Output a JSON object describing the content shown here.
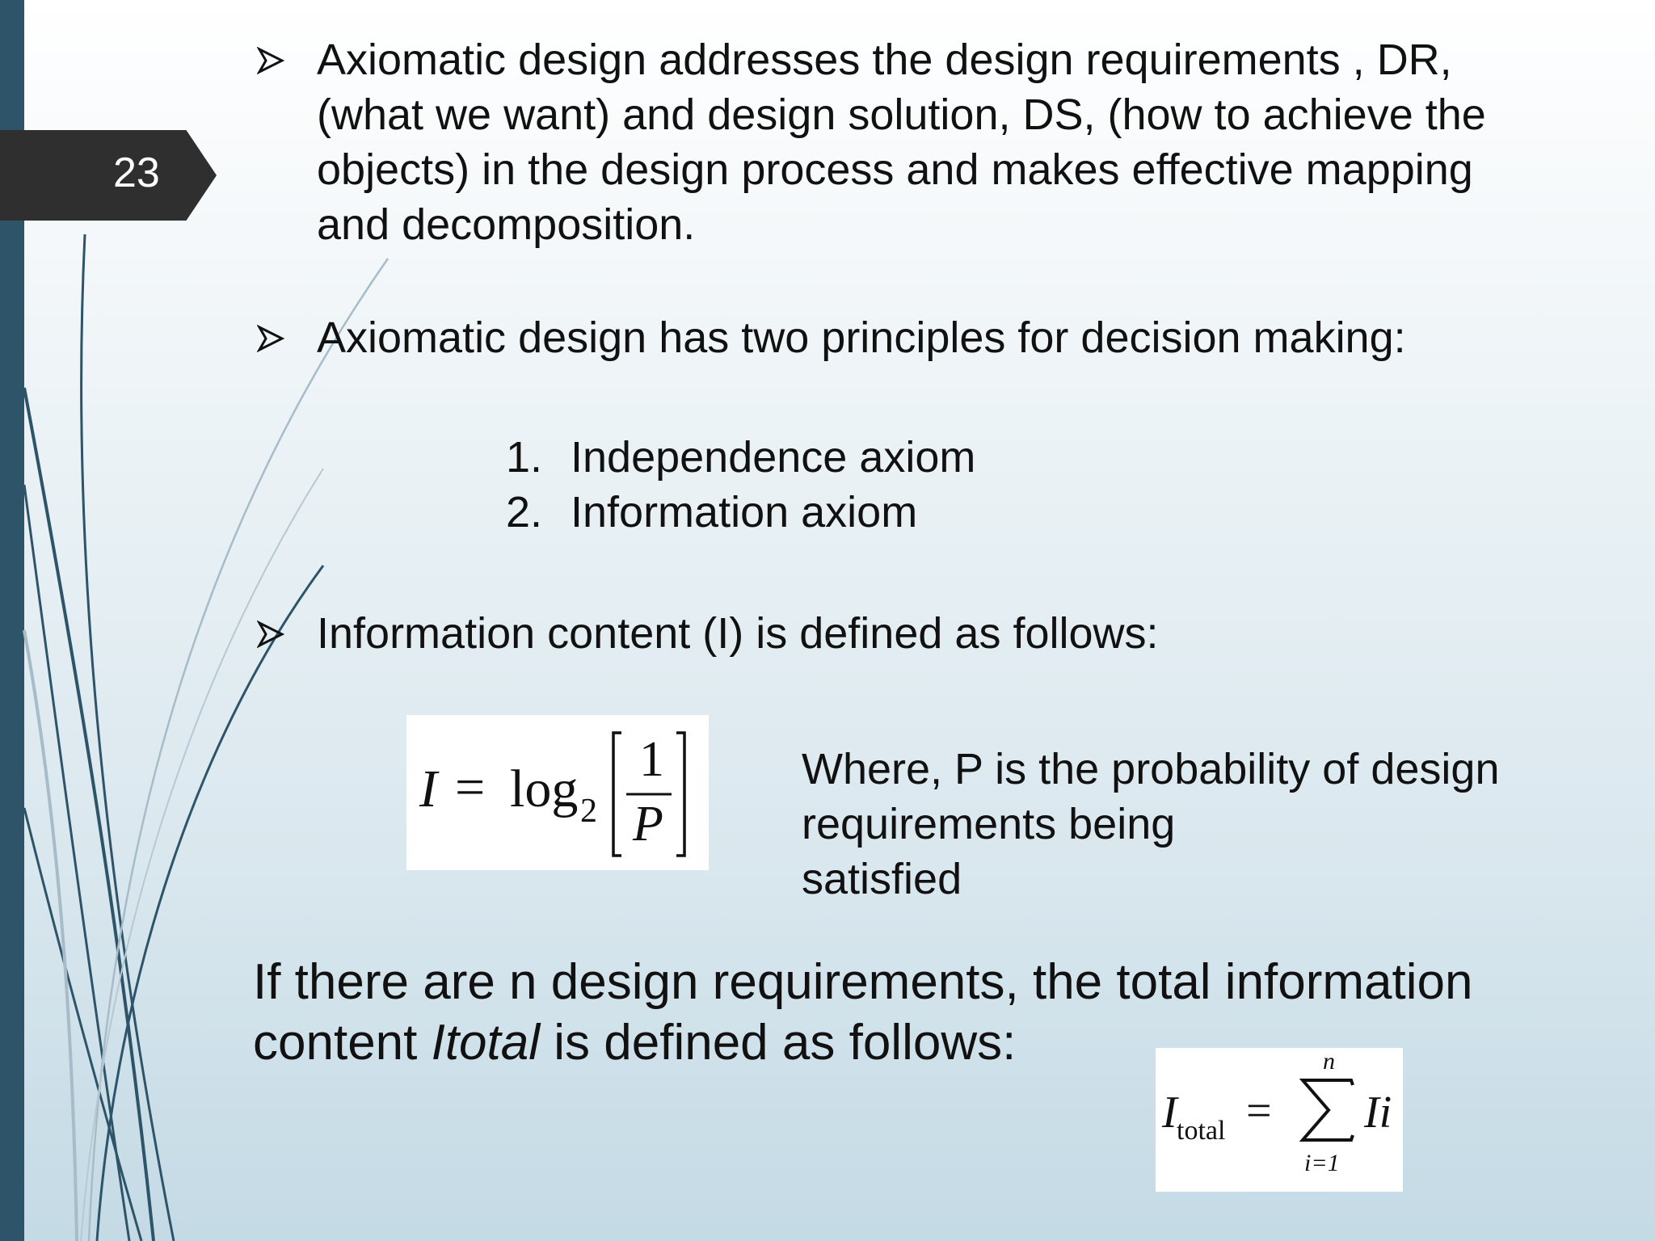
{
  "slide": {
    "number": "23"
  },
  "bullets": [
    {
      "text": "Axiomatic design addresses the design requirements , DR,\n(what we want) and design solution, DS, (how to achieve the\nobjects) in the design process and makes effective mapping\nand decomposition."
    },
    {
      "text": "Axiomatic design has two principles for decision making:"
    },
    {
      "text": "Information content (I) is defined as follows:"
    }
  ],
  "principles": [
    {
      "num": "1.",
      "label": "Independence axiom"
    },
    {
      "num": "2.",
      "label": "Information axiom"
    }
  ],
  "formula1": {
    "lhs": "I",
    "eq": "=",
    "log": "log",
    "base": "2",
    "numerator": "1",
    "denominator": "P"
  },
  "where_text": "Where, P is the probability of design\nrequirements being\nsatisfied",
  "bottom": {
    "line1": "If there are n design requirements, the total information",
    "prefix": "content ",
    "italic": "Itotal",
    "suffix": " is defined as follows:"
  },
  "formula2": {
    "lhs": "I",
    "sub": "total",
    "eq": "=",
    "upper": "n",
    "lower": "i=1",
    "term": "Ii"
  }
}
